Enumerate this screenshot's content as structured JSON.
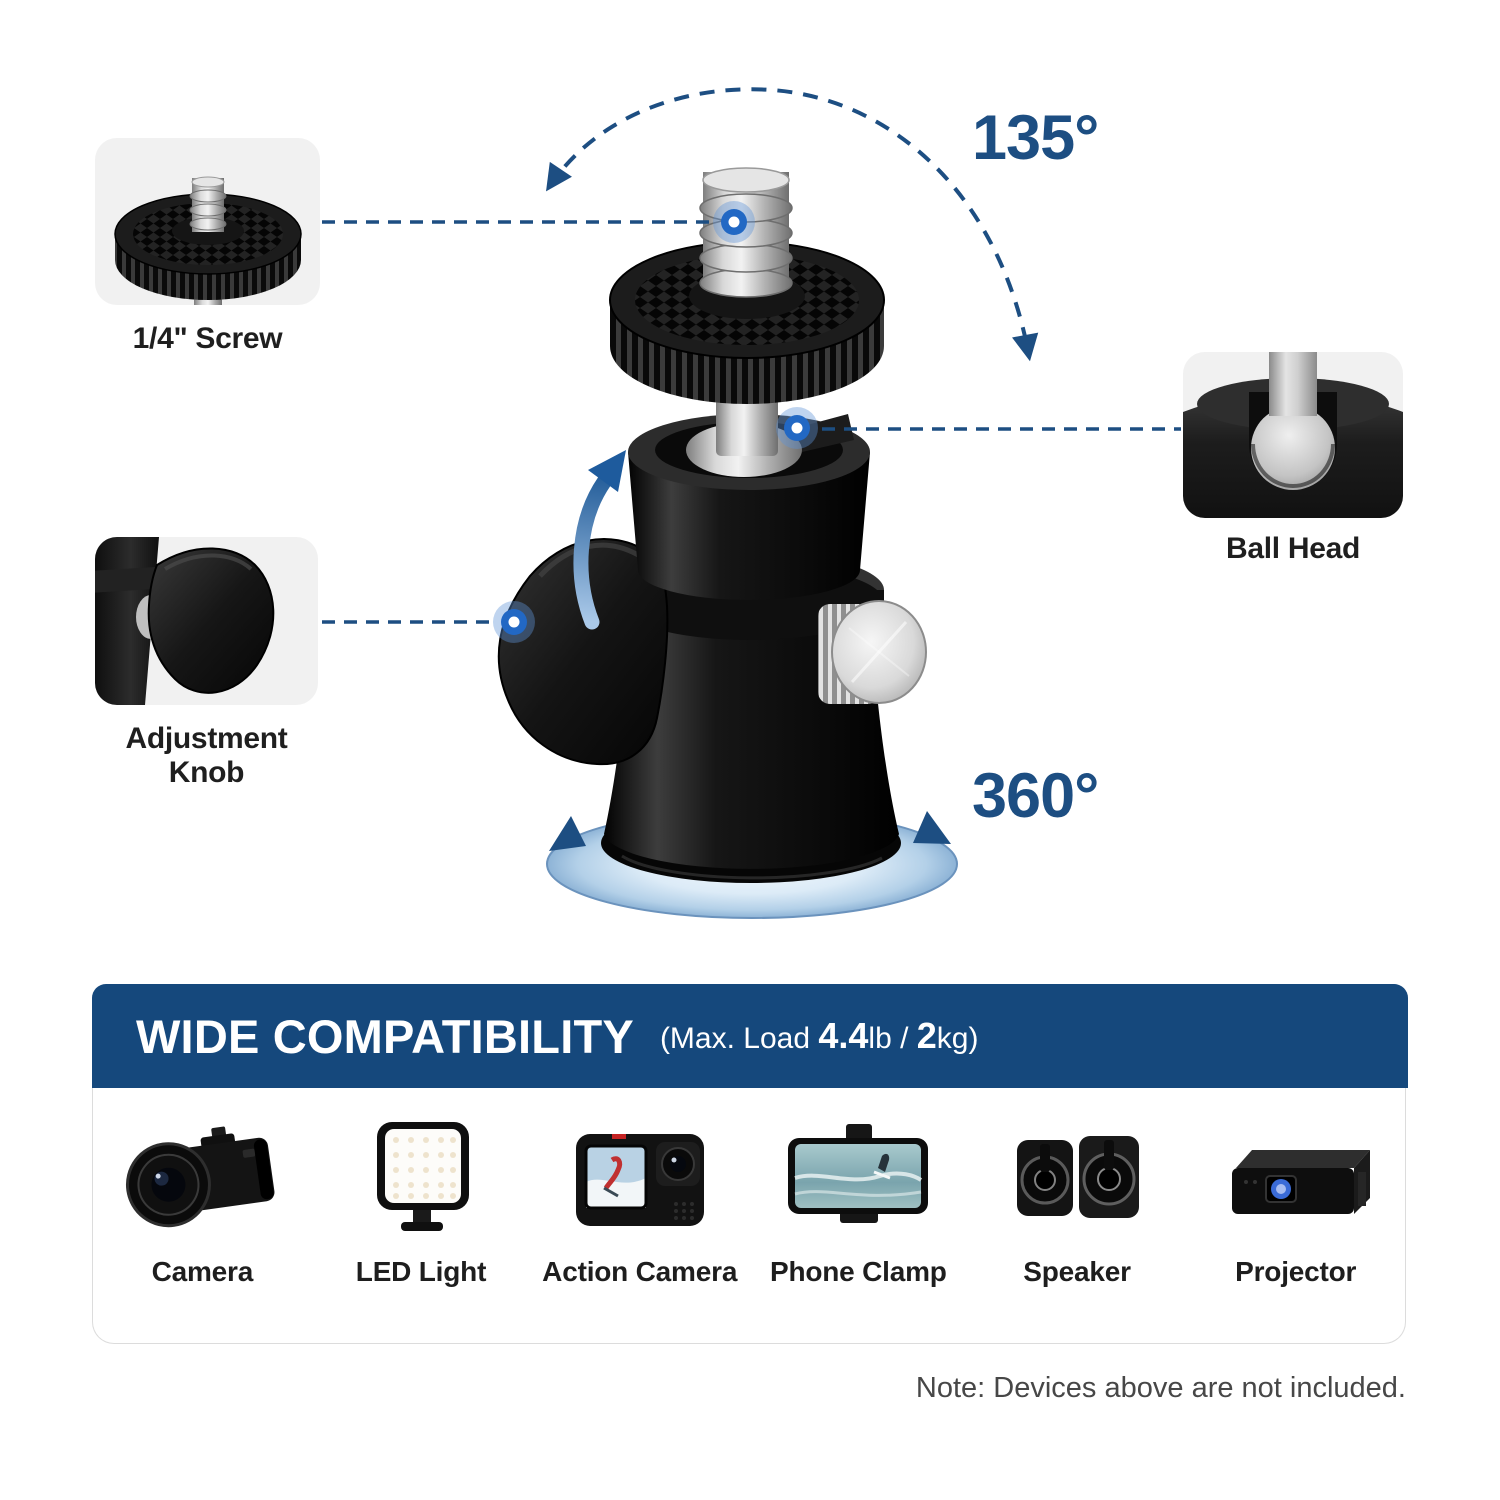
{
  "colors": {
    "accent_blue": "#1d4e82",
    "banner_blue": "#15487c",
    "marker_blue": "#2268c4",
    "glow_blue": "#a9c9e4",
    "inset_background": "#f1f1f1",
    "label_text": "#1f1f1f",
    "note_text": "#474747"
  },
  "rotation": {
    "top_angle": "135°",
    "base_angle": "360°"
  },
  "callouts": {
    "screw": {
      "label": "1/4\" Screw"
    },
    "ball_head": {
      "label": "Ball Head"
    },
    "adjustment_knob": {
      "label": "Adjustment Knob"
    }
  },
  "banner": {
    "title": "WIDE COMPATIBILITY",
    "load_prefix": "(Max. Load ",
    "load_lb": "4.4",
    "load_mid": "lb / ",
    "load_kg": "2",
    "load_suffix": "kg)"
  },
  "devices": [
    {
      "label": "Camera",
      "icon": "camera-icon"
    },
    {
      "label": "LED Light",
      "icon": "led-light-icon"
    },
    {
      "label": "Action Camera",
      "icon": "action-camera-icon"
    },
    {
      "label": "Phone Clamp",
      "icon": "phone-clamp-icon"
    },
    {
      "label": "Speaker",
      "icon": "speaker-icon"
    },
    {
      "label": "Projector",
      "icon": "projector-icon"
    }
  ],
  "note": {
    "text": "Note: Devices above are not included."
  }
}
